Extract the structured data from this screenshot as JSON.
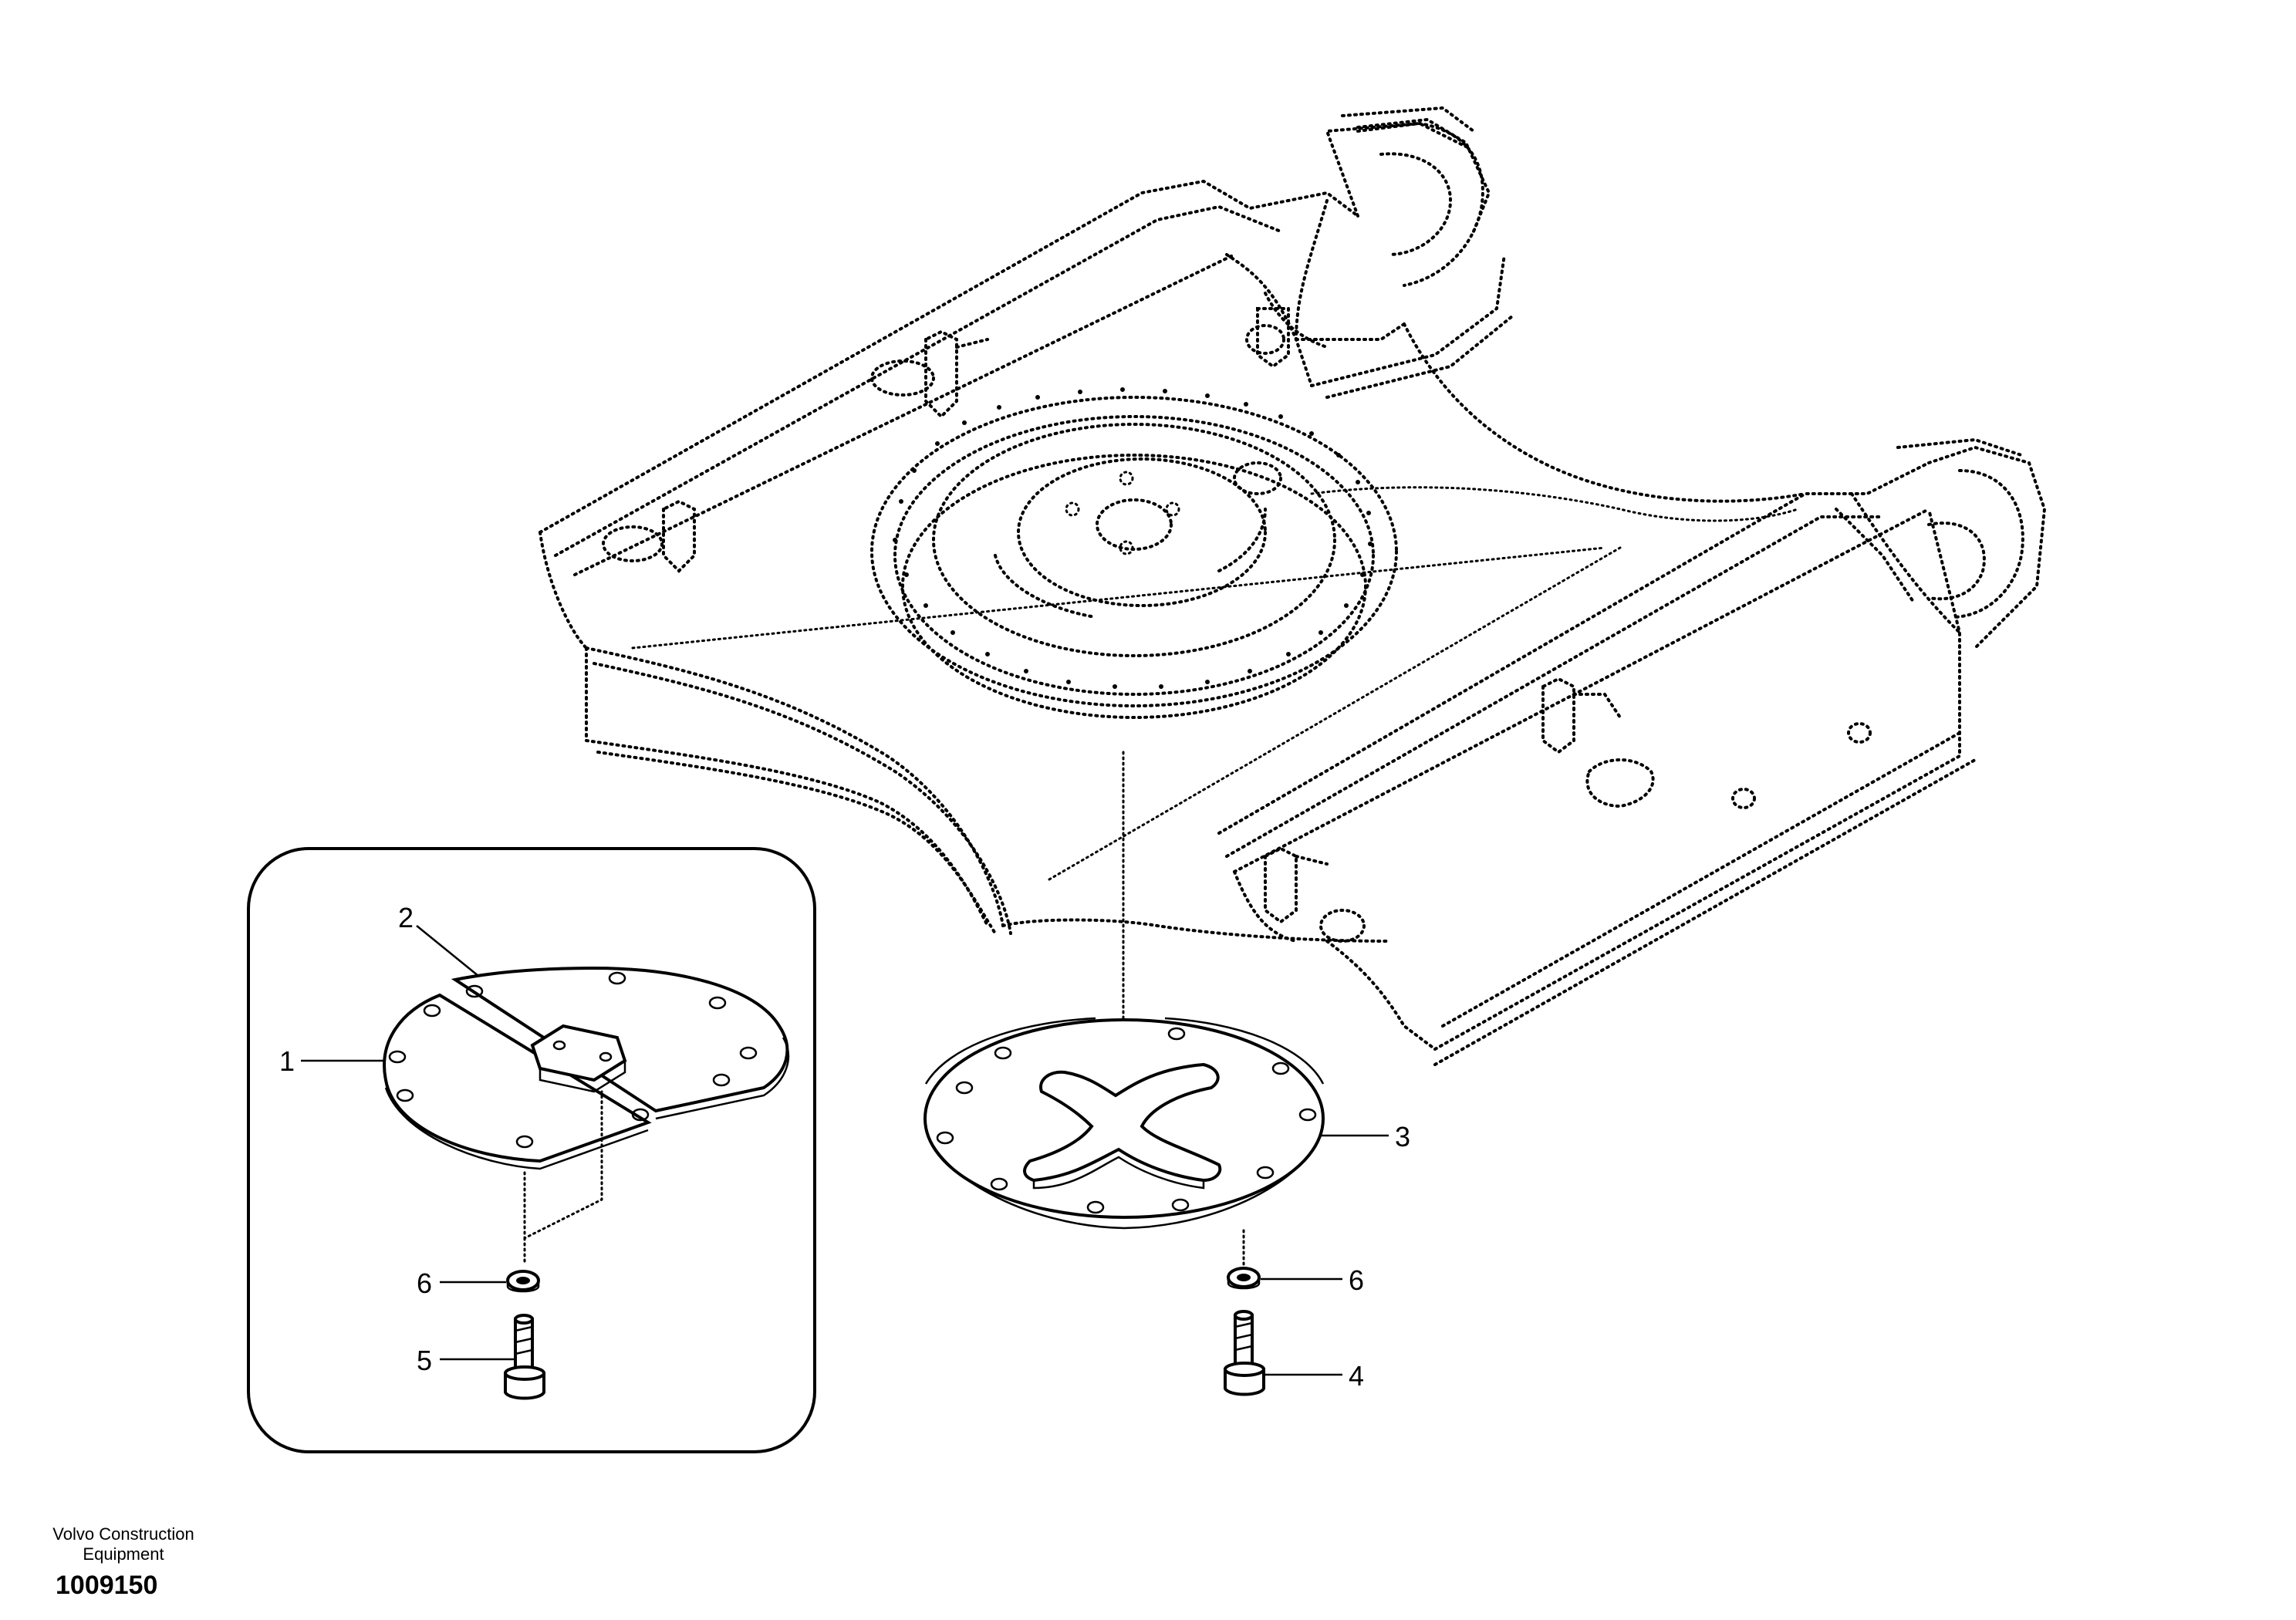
{
  "brand": {
    "line1": "Volvo Construction",
    "line2": "Equipment"
  },
  "document": {
    "number": "1009150"
  },
  "callouts": [
    {
      "id": "c1",
      "label": "1"
    },
    {
      "id": "c2",
      "label": "2"
    },
    {
      "id": "c3",
      "label": "3"
    },
    {
      "id": "c4",
      "label": "4"
    },
    {
      "id": "c5",
      "label": "5"
    },
    {
      "id": "c6a",
      "label": "6"
    },
    {
      "id": "c6b",
      "label": "6"
    }
  ],
  "colors": {
    "ink": "#000000",
    "paper": "#ffffff"
  }
}
